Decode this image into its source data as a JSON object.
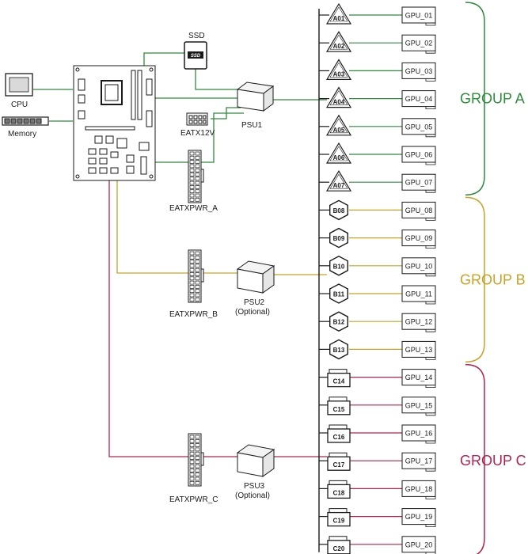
{
  "colors": {
    "group_a": "#2e8b3a",
    "group_b": "#c9a227",
    "group_c": "#b0234e",
    "line": "#1a1a1a"
  },
  "components": {
    "cpu": "CPU",
    "memory": "Memory",
    "ssd_title": "SSD",
    "ssd_chip": "SSD",
    "eatx12v": "EATX12V",
    "psu1": "PSU1",
    "psu2": "PSU2",
    "psu2_note": "(Optional)",
    "psu3": "PSU3",
    "psu3_note": "(Optional)",
    "eatxpwr_a": "EATXPWR_A",
    "eatxpwr_b": "EATXPWR_B",
    "eatxpwr_c": "EATXPWR_C"
  },
  "groups": [
    {
      "label": "GROUP A",
      "color": "#2e8b3a",
      "icon": "warning-triangle-icon",
      "connectors": [
        "A01",
        "A02",
        "A03",
        "A04",
        "A05",
        "A06",
        "A07"
      ],
      "gpus": [
        "GPU_01",
        "GPU_02",
        "GPU_03",
        "GPU_04",
        "GPU_05",
        "GPU_06",
        "GPU_07"
      ]
    },
    {
      "label": "GROUP B",
      "color": "#c9a227",
      "icon": "hexagon-icon",
      "connectors": [
        "B08",
        "B09",
        "B10",
        "B11",
        "B12",
        "B13"
      ],
      "gpus": [
        "GPU_08",
        "GPU_09",
        "GPU_10",
        "GPU_11",
        "GPU_12",
        "GPU_13"
      ]
    },
    {
      "label": "GROUP C",
      "color": "#b0234e",
      "icon": "slot-card-icon",
      "connectors": [
        "C14",
        "C15",
        "C16",
        "C17",
        "C18",
        "C19",
        "C20"
      ],
      "gpus": [
        "GPU_14",
        "GPU_15",
        "GPU_16",
        "GPU_17",
        "GPU_18",
        "GPU_19",
        "GPU_20"
      ]
    }
  ]
}
